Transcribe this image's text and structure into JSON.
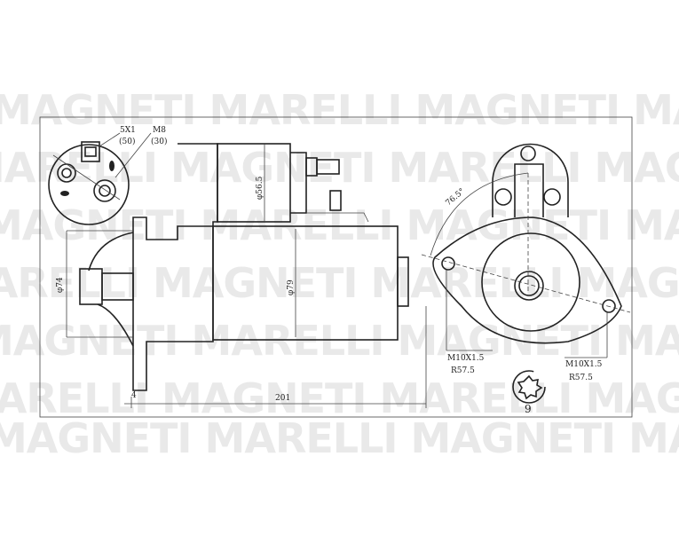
{
  "watermark": {
    "row_a": "MAGNETI MARELLI MAGNETI MARELLI",
    "row_b": "MARELLI MAGNETI MARELLI MAGNETI"
  },
  "terminals": {
    "t50_size": "5X1",
    "t50_code": "(50)",
    "t30_size": "M8",
    "t30_code": "(30)"
  },
  "dimensions": {
    "solenoid_dia": "φ56.5",
    "nose_dia": "φ74",
    "body_dia": "φ79",
    "length": "201",
    "flange_offset": "4",
    "angle": "76.5°",
    "hole_left_thread": "M10X1.5",
    "hole_left_radius": "R57.5",
    "hole_right_thread": "M10X1.5",
    "hole_right_radius": "R57.5",
    "teeth": "9"
  }
}
